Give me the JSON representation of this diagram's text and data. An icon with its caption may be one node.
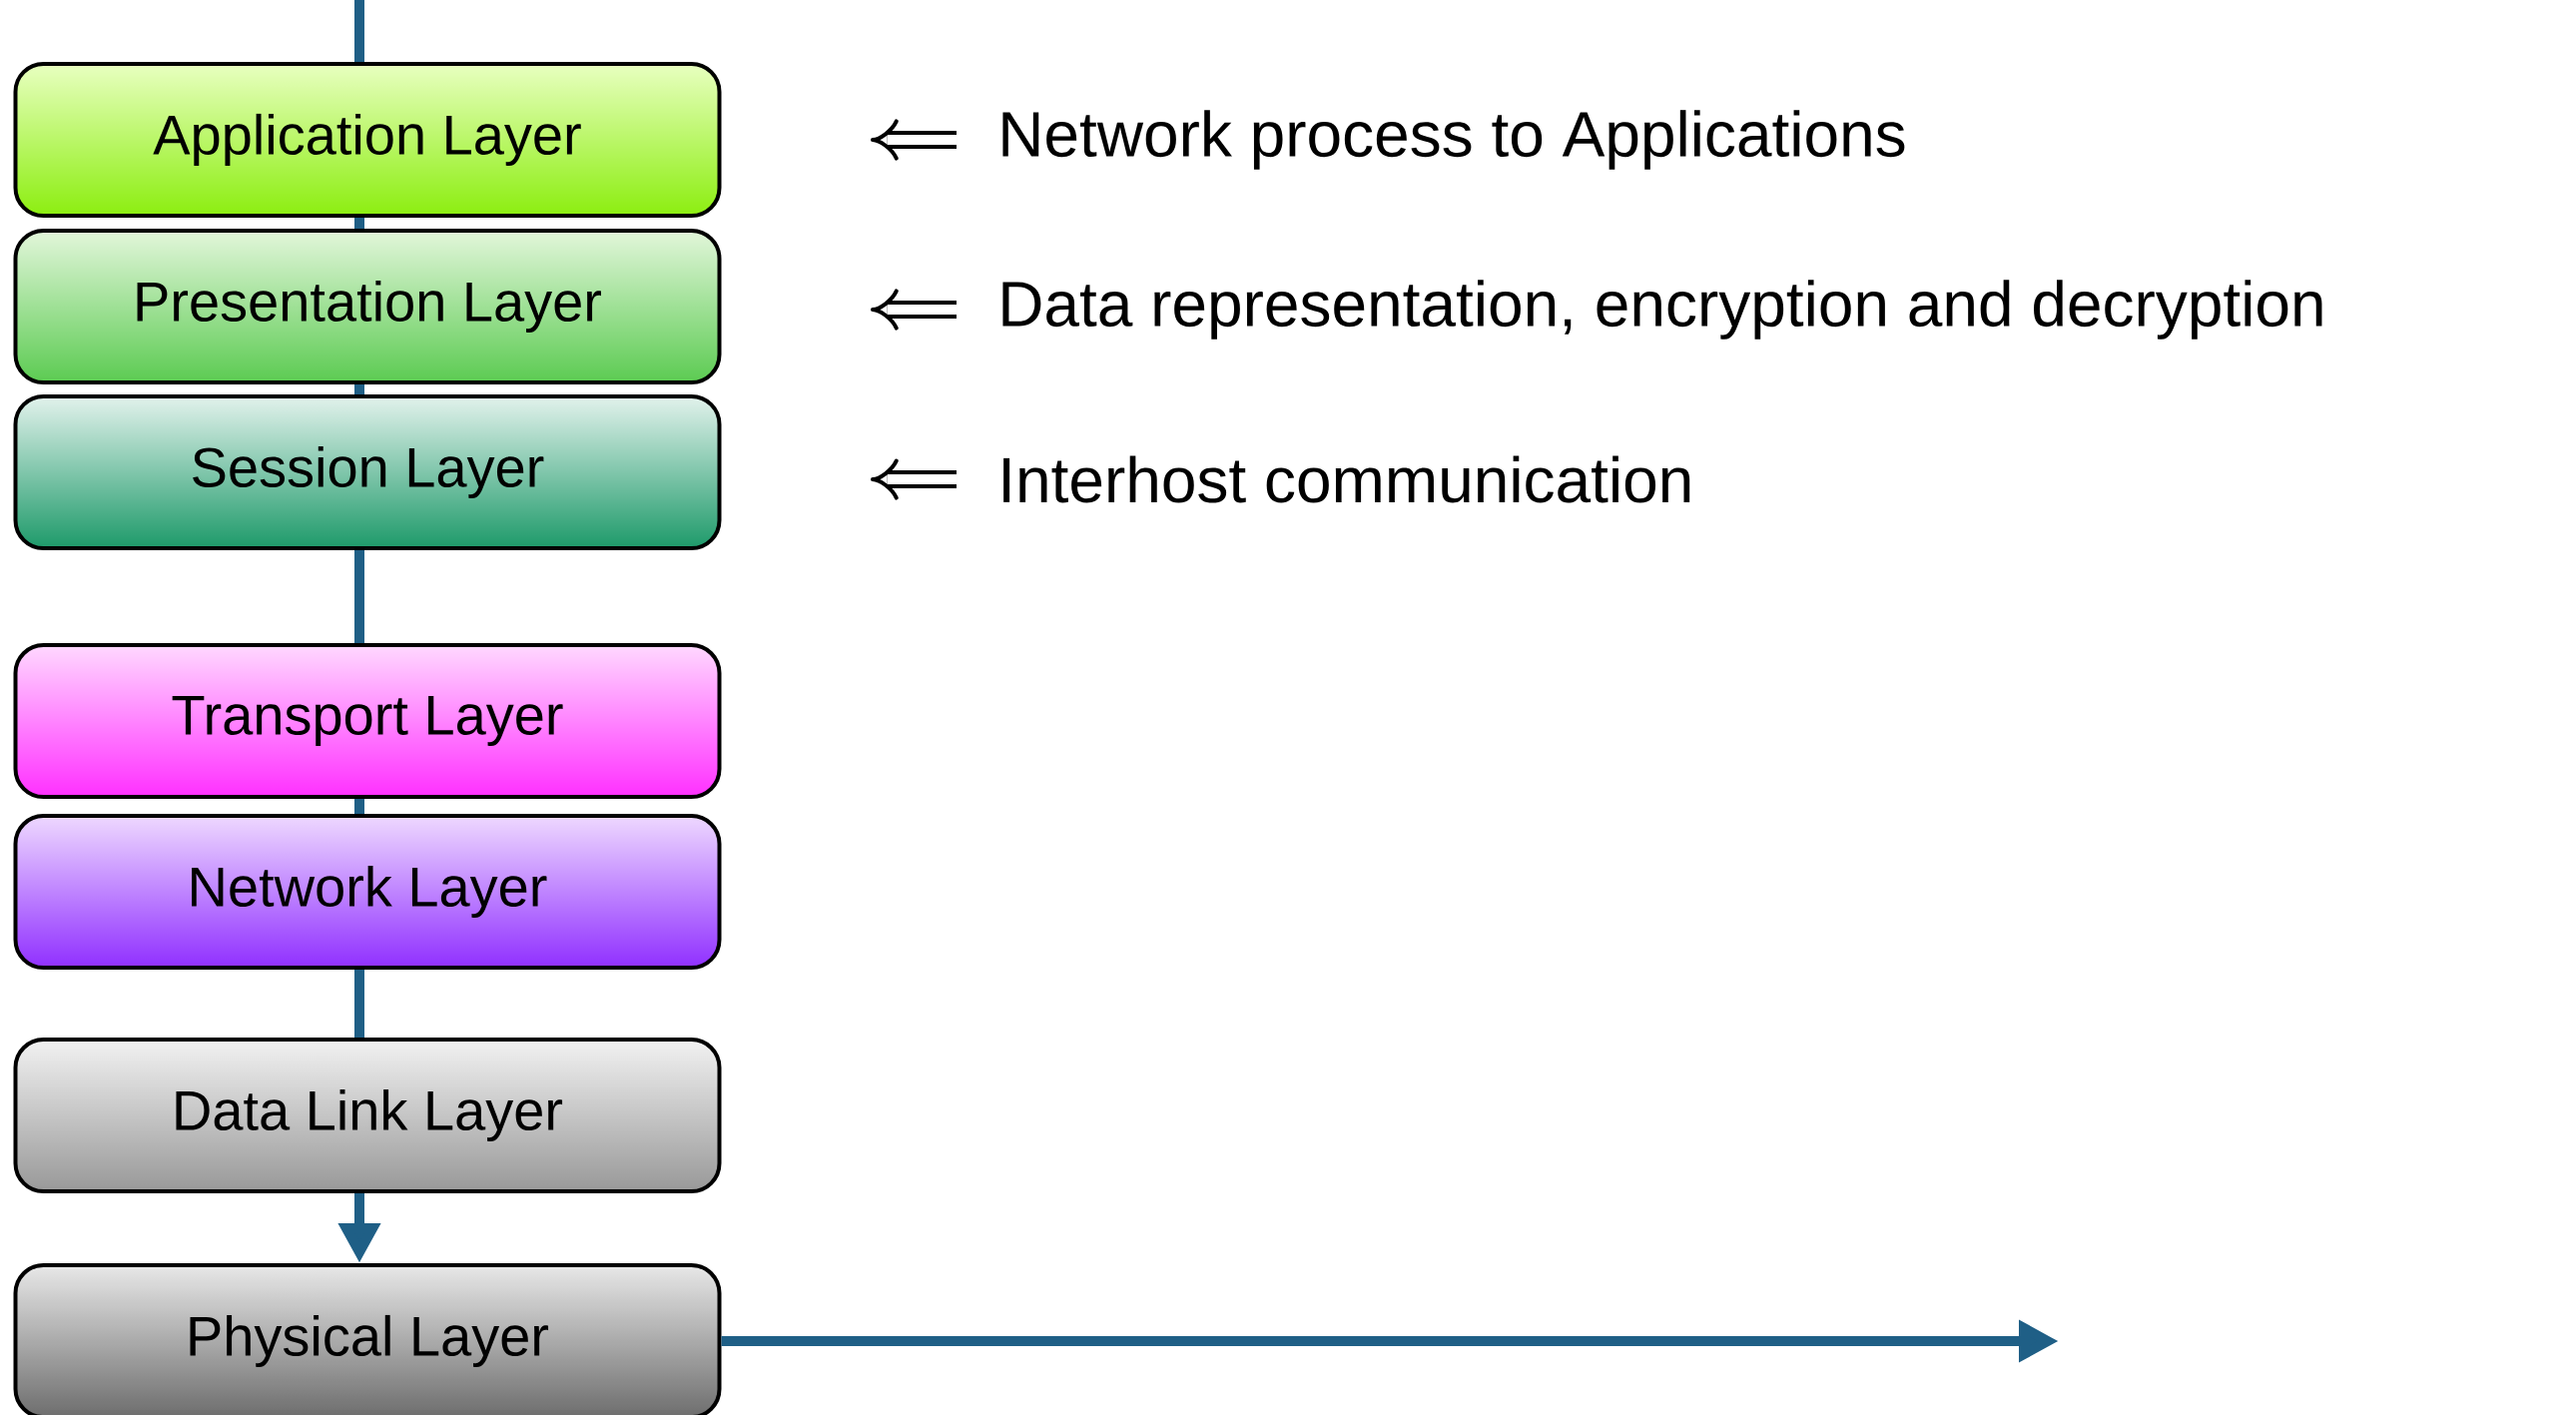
{
  "diagram": {
    "nodes": [
      {
        "text": [
          "Application Layer"
        ]
      },
      {
        "text": [
          "Presentation Layer"
        ]
      },
      {
        "text": [
          "Session Layer"
        ]
      },
      {
        "text": [
          "Transport Layer"
        ]
      },
      {
        "text": [
          "Network Layer"
        ]
      },
      {
        "text": [
          "Data Link Layer"
        ]
      },
      {
        "text": [
          "Physical Layer"
        ]
      }
    ],
    "edges": [
      {
        "from": null,
        "to": 0,
        "arrow": "none"
      },
      {
        "from": 0,
        "to": 1,
        "arrow": "none"
      },
      {
        "from": 1,
        "to": 2,
        "arrow": "none"
      },
      {
        "from": 2,
        "to": 3,
        "arrow": "none"
      },
      {
        "from": 3,
        "to": 4,
        "arrow": "none"
      },
      {
        "from": 4,
        "to": 5,
        "arrow": "none"
      },
      {
        "from": 5,
        "to": 6,
        "arrow": "to"
      },
      {
        "from": 6,
        "to": null,
        "arrow": "to"
      }
    ],
    "labels": [
      "Network process to Applications",
      "Data representation, encryption and decryption",
      "Interhost communication"
    ]
  }
}
